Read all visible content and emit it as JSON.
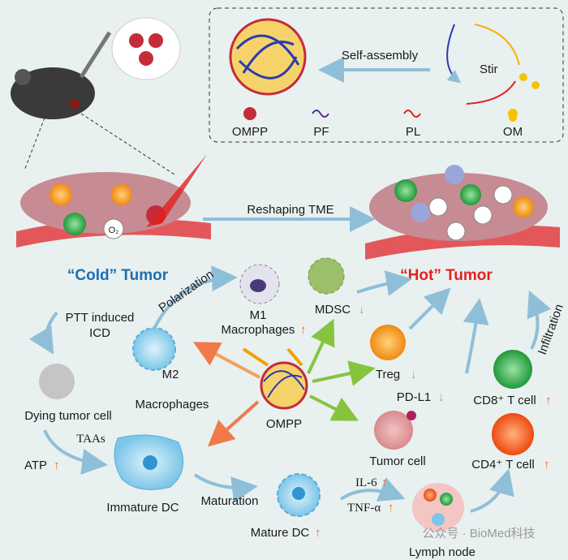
{
  "inset": {
    "self_assembly": "Self-assembly",
    "stir": "Stir",
    "legend": [
      "OMPP",
      "PF",
      "PL",
      "OM"
    ]
  },
  "main": {
    "reshaping": "Reshaping TME",
    "cold_tumor": "“Cold” Tumor",
    "hot_tumor": "“Hot” Tumor",
    "polarization": "Polarization",
    "infiltration": "Infiltration",
    "ptt_line1": "PTT induced",
    "ptt_line2": "ICD",
    "m1_line1": "M1",
    "m1_line2": "Macrophages",
    "mdsc": "MDSC",
    "treg": "Treg",
    "pdl1": "PD-L1",
    "m2_line1": "M2",
    "m2_line2": "Macrophages",
    "dying": "Dying tumor cell",
    "ompp": "OMPP",
    "cd8": "CD8⁺ T cell",
    "taas": "TAAs",
    "atp": "ATP",
    "tumor_cell": "Tumor cell",
    "cd4": "CD4⁺ T cell",
    "il6": "IL-6",
    "tnf": "TNF-α",
    "immature_dc": "Immature DC",
    "maturation": "Maturation",
    "mature_dc": "Mature DC",
    "lymph_node": "Lymph node",
    "o2": "O₂"
  },
  "watermark": "公众号 · BioMed科技",
  "colors": {
    "up": "#f06a1d",
    "down": "#7dc142",
    "cold": "#1b6fb3",
    "hot": "#e3221d",
    "bg": "#e9f0f0"
  }
}
